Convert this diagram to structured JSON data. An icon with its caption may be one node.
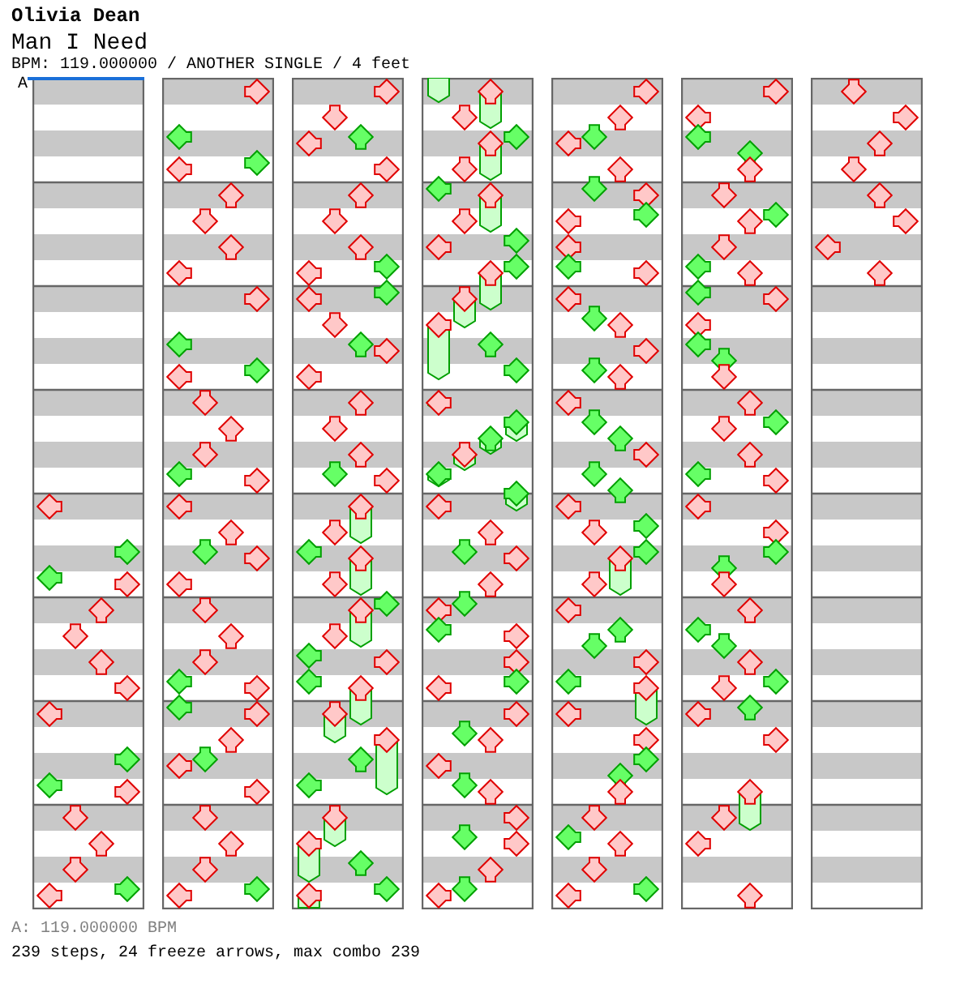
{
  "diagram": {
    "labels": [
      "Olivia Dean",
      "Man I Need",
      "BPM: 119.000000 / ANOTHER SINGLE / 4 feet",
      "A",
      "A: 119.000000 BPM",
      "239 steps, 24 freeze arrows, max combo 239"
    ]
  }
}
